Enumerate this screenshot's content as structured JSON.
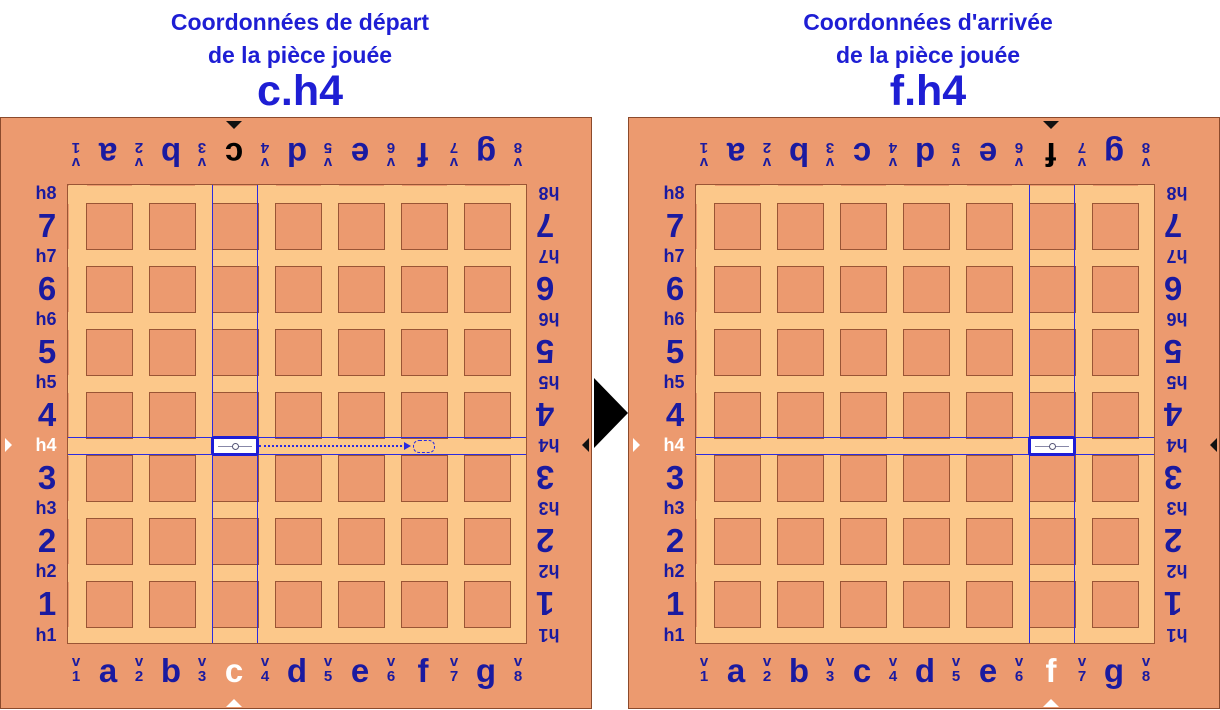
{
  "arrow_color": "#2b2be0",
  "columns": [
    "a",
    "b",
    "c",
    "d",
    "e",
    "f",
    "g"
  ],
  "v_marks": [
    "1",
    "2",
    "3",
    "4",
    "5",
    "6",
    "7",
    "8"
  ],
  "ranks": [
    "1",
    "2",
    "3",
    "4",
    "5",
    "6",
    "7"
  ],
  "h_lines": [
    "h1",
    "h2",
    "h3",
    "h4",
    "h5",
    "h6",
    "h7",
    "h8"
  ],
  "panels": [
    {
      "id": "depart",
      "caption_line1": "Coordonnées de départ",
      "caption_line2": "de la pièce jouée",
      "coordinate": "c.h4",
      "selected_column": "c",
      "selected_line": "h4",
      "piece_column": "c",
      "target_column": "f",
      "show_move_arrow": true
    },
    {
      "id": "arrivee",
      "caption_line1": "Coordonnées d'arrivée",
      "caption_line2": "de la pièce jouée",
      "coordinate": "f.h4",
      "selected_column": "f",
      "selected_line": "h4",
      "piece_column": "f",
      "target_column": null,
      "show_move_arrow": false
    }
  ]
}
